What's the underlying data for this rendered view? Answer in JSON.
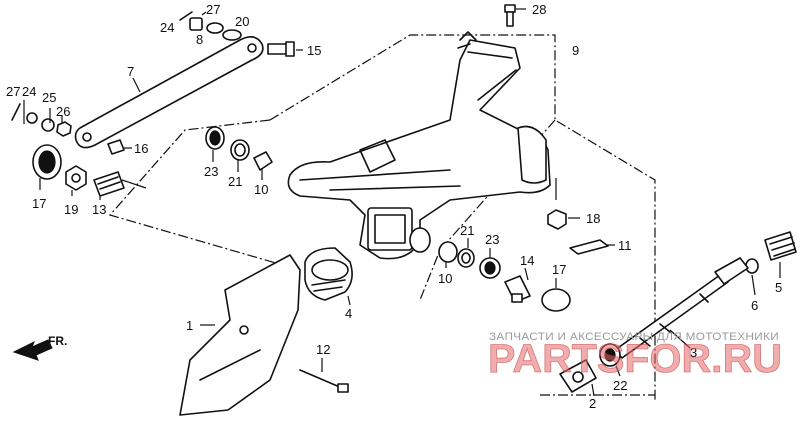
{
  "callouts": {
    "c27_top": "27",
    "c24_top": "24",
    "c20": "20",
    "c8": "8",
    "c28": "28",
    "c15": "15",
    "c9": "9",
    "c7": "7",
    "c27_left": "27",
    "c24_left": "24",
    "c25": "25",
    "c26": "26",
    "c16": "16",
    "c17_left": "17",
    "c19": "19",
    "c13": "13",
    "c23_left": "23",
    "c21_left": "21",
    "c10_left": "10",
    "c18": "18",
    "c21_mid": "21",
    "c23_mid": "23",
    "c10_mid": "10",
    "c11": "11",
    "c14": "14",
    "c17_mid": "17",
    "c5": "5",
    "c6": "6",
    "c4": "4",
    "c1": "1",
    "c12": "12",
    "c3": "3",
    "c2": "2",
    "c22": "22"
  },
  "direction_label": "FR.",
  "watermark": {
    "subtitle": "ЗАПЧАСТИ И АКСЕССУАРЫ ДЛЯ МОТОТЕХНИКИ",
    "brand": "PARTSFOR.RU"
  },
  "colors": {
    "line": "#111111",
    "watermark": "#e56a6a",
    "watermark_sub": "#9a9a9a"
  }
}
